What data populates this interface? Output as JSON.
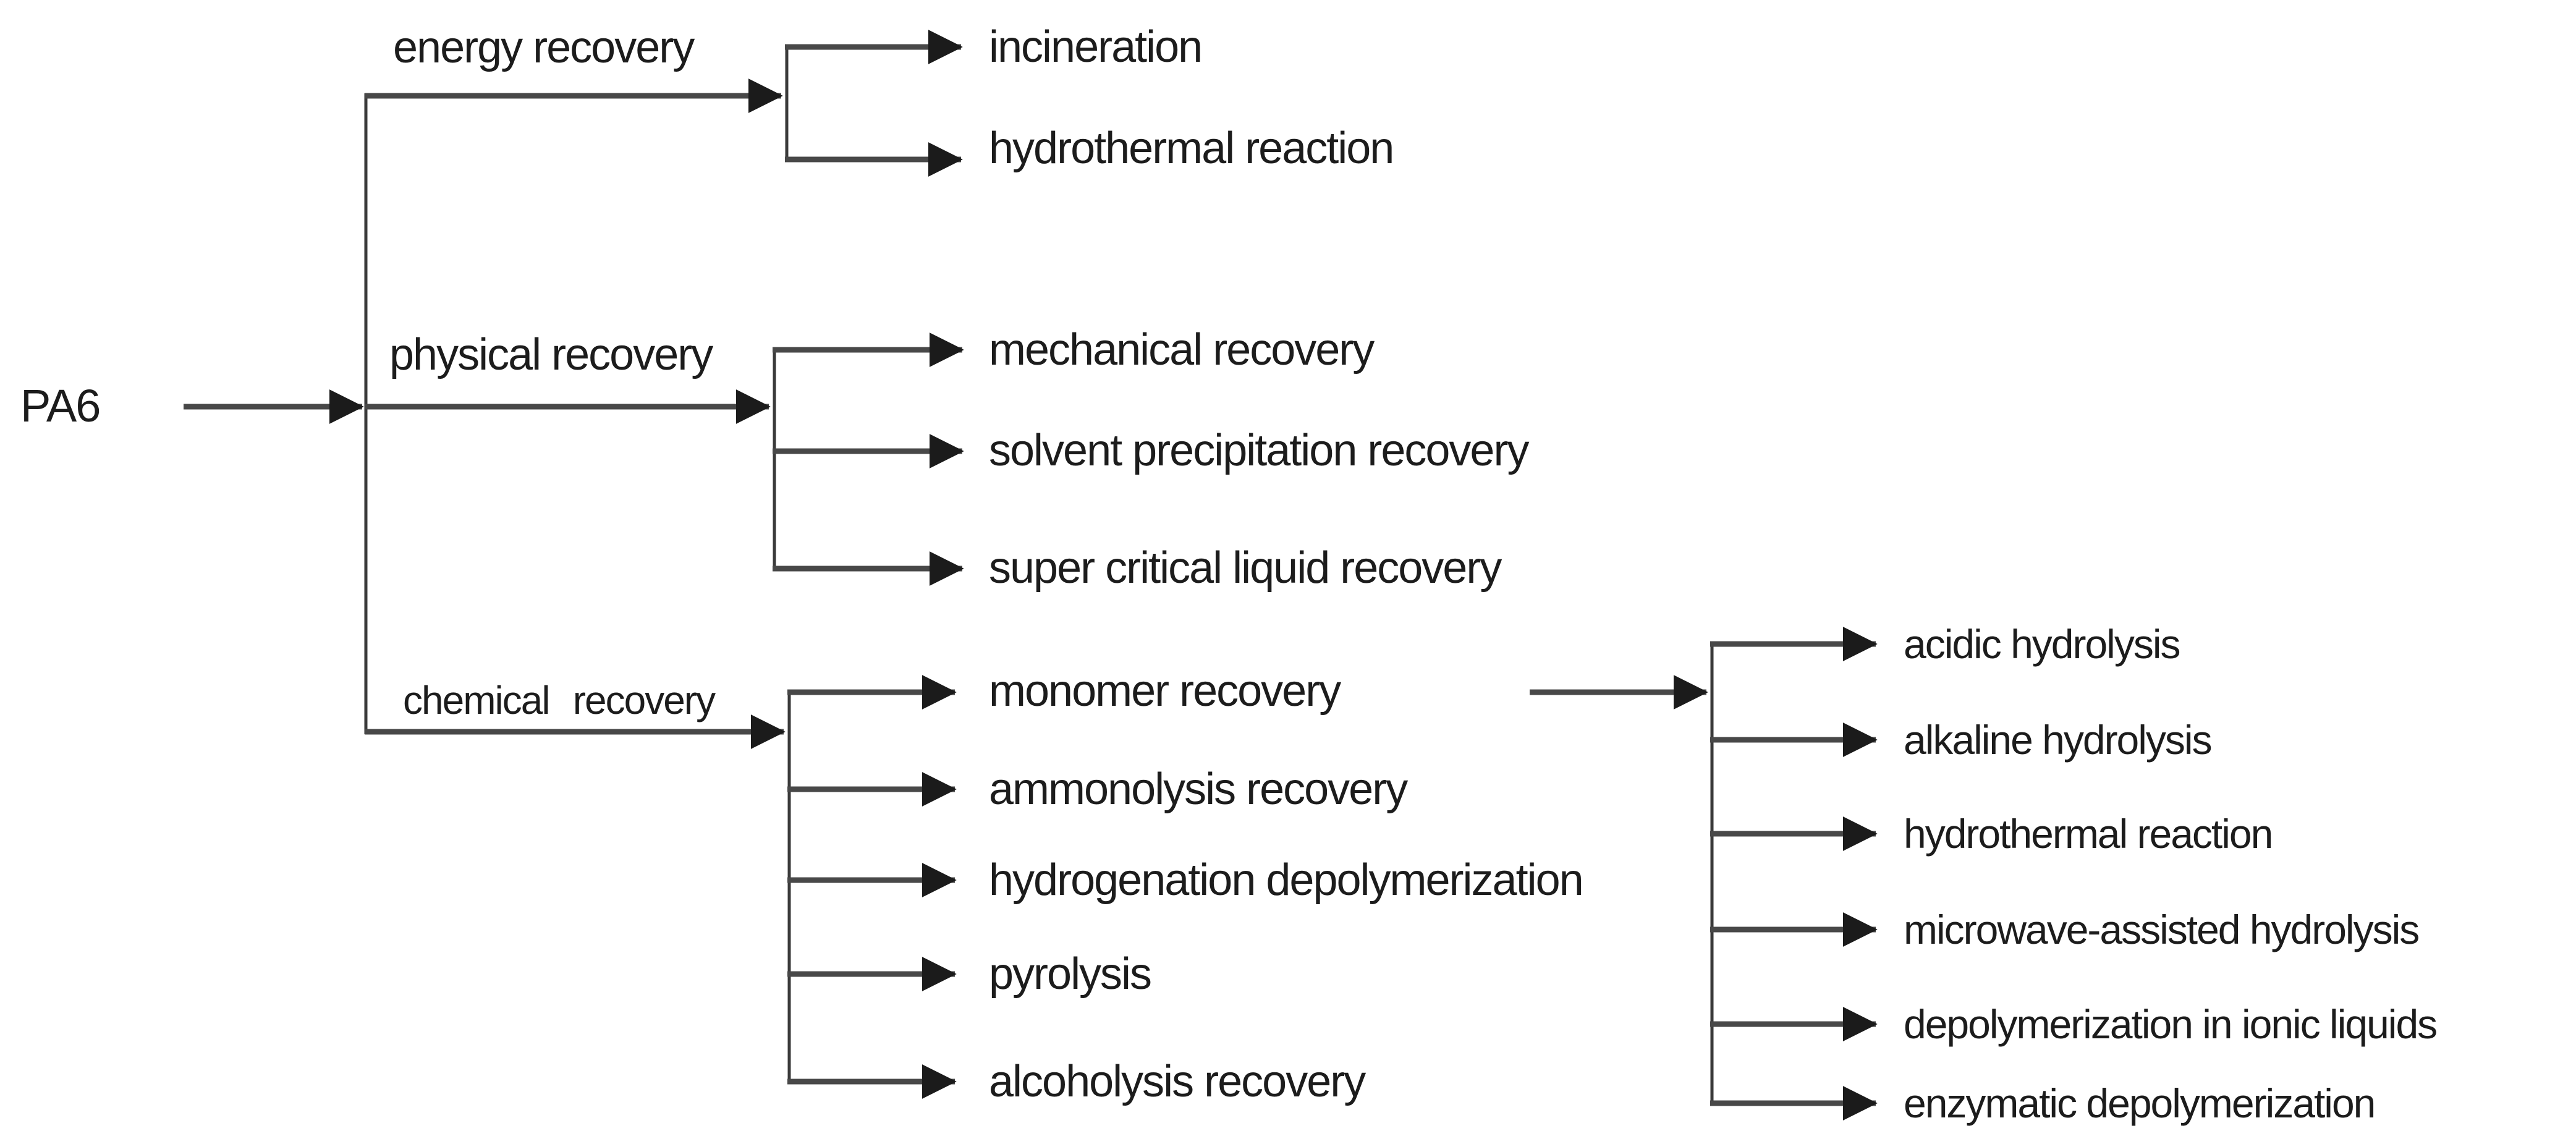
{
  "diagram": {
    "title": "PA6 recycling routes tree",
    "colors": {
      "background": "#ffffff",
      "line": "#484848",
      "bracket": "#3a3a3a",
      "arrowhead": "#1b1b1b",
      "text": "#1c1c1c"
    },
    "root": {
      "label": "PA6"
    },
    "branches": [
      {
        "label": "energy recovery",
        "children": [
          {
            "label": "incineration"
          },
          {
            "label": "hydrothermal reaction"
          }
        ]
      },
      {
        "label": "physical recovery",
        "children": [
          {
            "label": "mechanical recovery"
          },
          {
            "label": "solvent precipitation recovery"
          },
          {
            "label": "super critical liquid recovery"
          }
        ]
      },
      {
        "label": "chemical recovery",
        "children": [
          {
            "label": "monomer recovery",
            "children": [
              {
                "label": "acidic hydrolysis"
              },
              {
                "label": "alkaline hydrolysis"
              },
              {
                "label": "hydrothermal reaction"
              },
              {
                "label": "microwave-assisted hydrolysis"
              },
              {
                "label": "depolymerization in ionic liquids"
              },
              {
                "label": "enzymatic depolymerization"
              }
            ]
          },
          {
            "label": "ammonolysis recovery"
          },
          {
            "label": "hydrogenation depolymerization"
          },
          {
            "label": "pyrolysis"
          },
          {
            "label": "alcoholysis recovery"
          }
        ]
      }
    ]
  }
}
